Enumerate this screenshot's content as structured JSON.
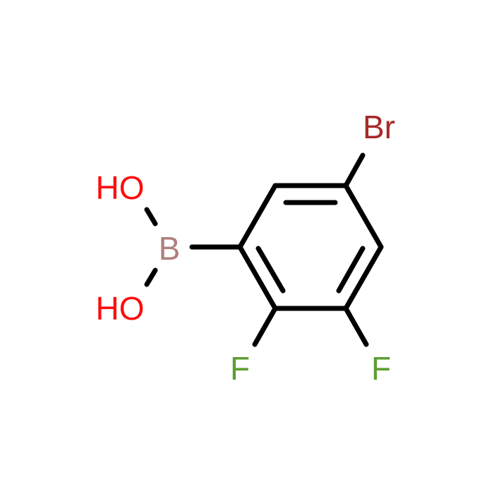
{
  "molecule": {
    "atoms": {
      "br": {
        "symbol": "Br",
        "color": "#a62929"
      },
      "b": {
        "symbol": "B",
        "color": "#b07f7f"
      },
      "oh_top": {
        "symbol": "HO",
        "color": "#ff0d0d"
      },
      "oh_bottom": {
        "symbol": "HO",
        "color": "#ff0d0d"
      },
      "f_left": {
        "symbol": "F",
        "color": "#5e9e33"
      },
      "f_right": {
        "symbol": "F",
        "color": "#5e9e33"
      }
    },
    "bond_color": "#000000"
  }
}
